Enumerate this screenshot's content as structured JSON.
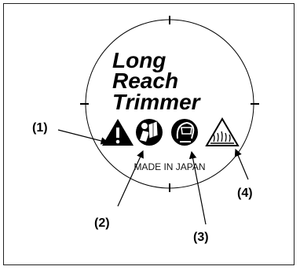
{
  "label": {
    "title_lines": [
      "Long",
      "Reach",
      "Trimmer"
    ],
    "made_in": "MADE IN JAPAN"
  },
  "icons": [
    {
      "name": "warning-triangle-icon"
    },
    {
      "name": "read-manual-icon"
    },
    {
      "name": "eye-protection-icon"
    },
    {
      "name": "hot-surface-icon"
    }
  ],
  "callouts": [
    "(1)",
    "(2)",
    "(3)",
    "(4)"
  ]
}
